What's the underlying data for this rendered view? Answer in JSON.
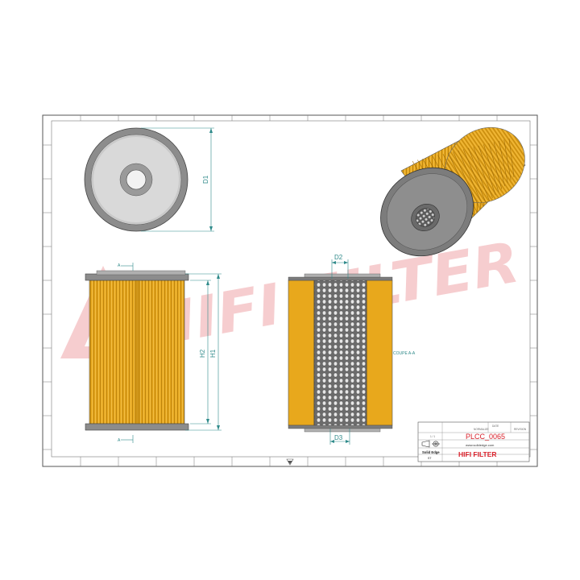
{
  "watermark": {
    "text": "HIFI FILTER",
    "color": "#d9202a"
  },
  "dimensions": {
    "d1": "D1",
    "d2": "D2",
    "d3": "D3",
    "h1": "H1",
    "h2": "H2",
    "section_marker": "A"
  },
  "section_label": "COUPE A-A",
  "title_block": {
    "part_number": "PLCC_0065",
    "website": "www.solidedge.com",
    "logo_line1": "Solid Edge",
    "logo_line2": "ST",
    "brand": "HIFI FILTER",
    "sheet": "1 / 1",
    "small_a": "NORMALIZE",
    "small_b": "DATE",
    "small_c": "REVISION"
  },
  "colors": {
    "filter_yellow": "#e8a81c",
    "end_cap_grey": "#8c8c8c",
    "dimension_teal": "#2f8a8a",
    "brand_red": "#d9202a"
  }
}
